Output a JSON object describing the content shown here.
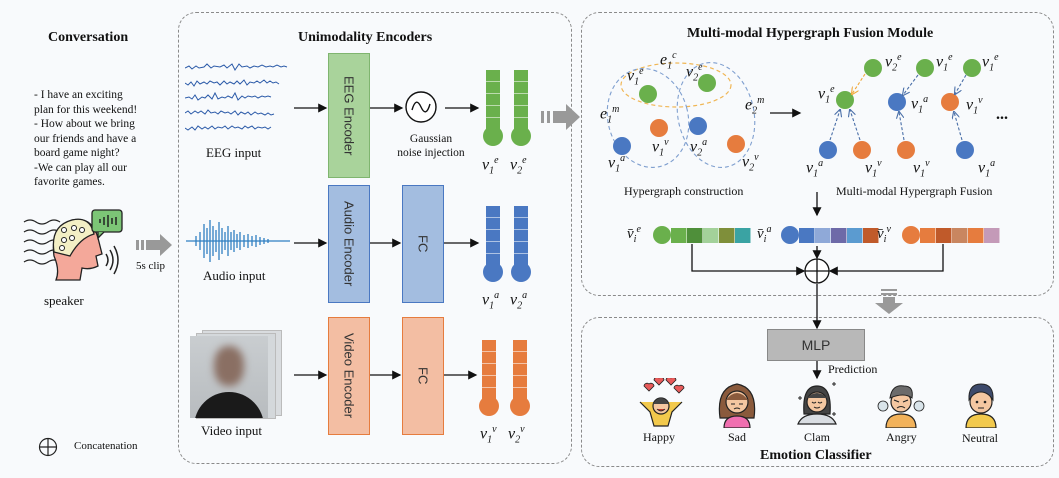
{
  "conversation": {
    "title": "Conversation",
    "lines": [
      "- I have an exciting",
      "plan for this weekend!",
      "- How about we bring",
      "our friends and  have a",
      "board game night?",
      "-We can play all our",
      "favorite games."
    ],
    "speaker_label": "speaker",
    "clip_label": "5s clip",
    "legend_label": "Concatenation"
  },
  "encoders": {
    "title": "Unimodality Encoders",
    "eeg": {
      "input_label": "EEG input",
      "encoder_label": "EEG Encoder",
      "noise_label_1": "Gaussian",
      "noise_label_2": "noise injection",
      "v1": "v",
      "v1_sub": "1",
      "v1_sup": "e",
      "v2_sub": "2",
      "v2_sup": "e"
    },
    "audio": {
      "input_label": "Audio input",
      "encoder_label": "Audio Encoder",
      "fc_label": "FC",
      "v1_sub": "1",
      "v1_sup": "a",
      "v2_sub": "2",
      "v2_sup": "a"
    },
    "video": {
      "input_label": "Video input",
      "encoder_label": "Video Encoder",
      "fc_label": "FC",
      "v1_sub": "1",
      "v1_sup": "v",
      "v2_sub": "2",
      "v2_sup": "v"
    }
  },
  "fusion": {
    "title": "Multi-modal Hypergraph Fusion Module",
    "construction_label": "Hypergraph construction",
    "fusion_label": "Multi-modal Hypergraph Fusion",
    "edges": {
      "e1c": {
        "sub": "1",
        "sup": "c"
      },
      "e1m": {
        "sub": "1",
        "sup": "m"
      },
      "e2m": {
        "sub": "2",
        "sup": "m"
      }
    },
    "ellipsis": "...",
    "outputs": [
      {
        "sub": "i",
        "sup": "e",
        "colors": [
          "#6ab04c",
          "#4f8f3a",
          "#a3d19a",
          "#7f8f3a",
          "#3aa3a3"
        ]
      },
      {
        "sub": "i",
        "sup": "a",
        "colors": [
          "#4a78c2",
          "#8fa9d8",
          "#6e6aa8",
          "#5b9bd0",
          "#c05a2a"
        ]
      },
      {
        "sub": "i",
        "sup": "v",
        "colors": [
          "#e67c3e",
          "#c05a2a",
          "#c98660",
          "#e67c3e",
          "#c49ab8"
        ]
      }
    ]
  },
  "classifier": {
    "title": "Emotion Classifier",
    "mlp_label": "MLP",
    "prediction_label": "Prediction",
    "emotions": [
      "Happy",
      "Sad",
      "Clam",
      "Angry",
      "Neutral"
    ]
  },
  "colors": {
    "eeg": "#6ab04c",
    "audio": "#4a78c2",
    "video": "#e67c3e",
    "eeg_box": "#a9d39b",
    "audio_box": "#a3bde0",
    "video_box": "#f3bea3",
    "mlp_box": "#b8b8b8"
  }
}
